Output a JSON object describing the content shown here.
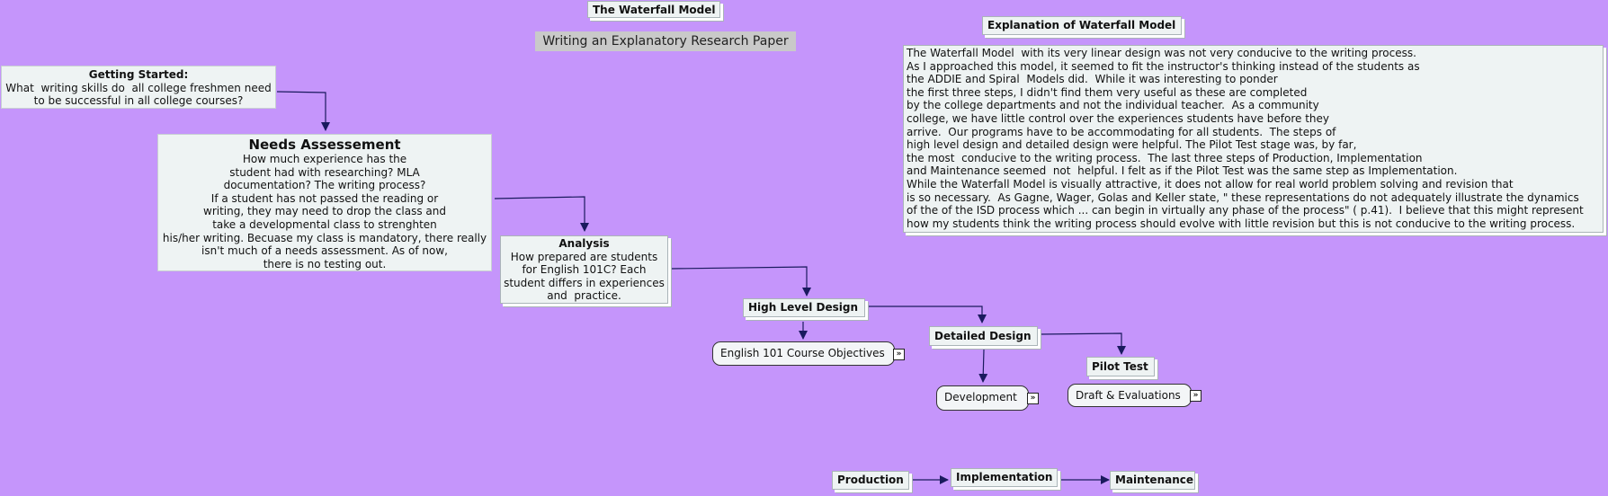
{
  "header": {
    "map_title": "The Waterfall Model",
    "subtitle": "Writing an Explanatory Research Paper"
  },
  "getting_started": {
    "title": "Getting Started:",
    "lines": [
      "What  writing skills do  all college freshmen need",
      "to be successful in all college courses?"
    ]
  },
  "needs_assessment": {
    "title": "Needs Assessement",
    "lines": [
      "How much experience has the",
      "student had with researching? MLA",
      "documentation? The writing process?",
      "If a student has not passed the reading or",
      "writing, they may need to drop the class and",
      "take a developmental class to strenghten",
      "his/her writing. Becuase my class is mandatory, there really",
      "isn't much of a needs assessment. As of now,",
      "there is no testing out."
    ]
  },
  "analysis": {
    "title": "Analysis",
    "lines": [
      "How prepared are students",
      "for English 101C? Each",
      "student differs in experiences",
      "and  practice."
    ]
  },
  "high_level_design": {
    "title": "High Level Design"
  },
  "course_objectives": {
    "label": "English 101 Course Objectives"
  },
  "detailed_design": {
    "title": "Detailed Design"
  },
  "development": {
    "label": "Development"
  },
  "pilot_test": {
    "title": "Pilot Test"
  },
  "draft_evaluations": {
    "label": "Draft & Evaluations"
  },
  "production": {
    "title": "Production"
  },
  "implementation": {
    "title": "Implementation"
  },
  "maintenance": {
    "title": "Maintenance"
  },
  "explanation": {
    "title": "Explanation of Waterfall Model",
    "lines": [
      "The Waterfall Model  with its very linear design was not very conducive to the writing process.",
      "As I approached this model, it seemed to fit the instructor's thinking instead of the students as",
      "the ADDIE and Spiral  Models did.  While it was interesting to ponder",
      "the first three steps, I didn't find them very useful as these are completed",
      "by the college departments and not the individual teacher.  As a community",
      "college, we have little control over the experiences students have before they",
      "arrive.  Our programs have to be accommodating for all students.  The steps of",
      "high level design and detailed design were helpful. The Pilot Test stage was, by far,",
      "the most  conducive to the writing process.  The last three steps of Production, Implementation",
      "and Maintenance seemed  not  helpful. I felt as if the Pilot Test was the same step as Implementation.",
      "While the Waterfall Model is visually attractive, it does not allow for real world problem solving and revision that",
      "is so necessary.  As Gagne, Wager, Golas and Keller state, \" these representations do not adequately illustrate the dynamics",
      "of the of the ISD process which ... can begin in virtually any phase of the process\" ( p.41).  I believe that this might represent",
      "how my students think the writing process should evolve with little revision but this is not conducive to the writing process."
    ]
  },
  "icons": {
    "expand": "expand-icon"
  }
}
